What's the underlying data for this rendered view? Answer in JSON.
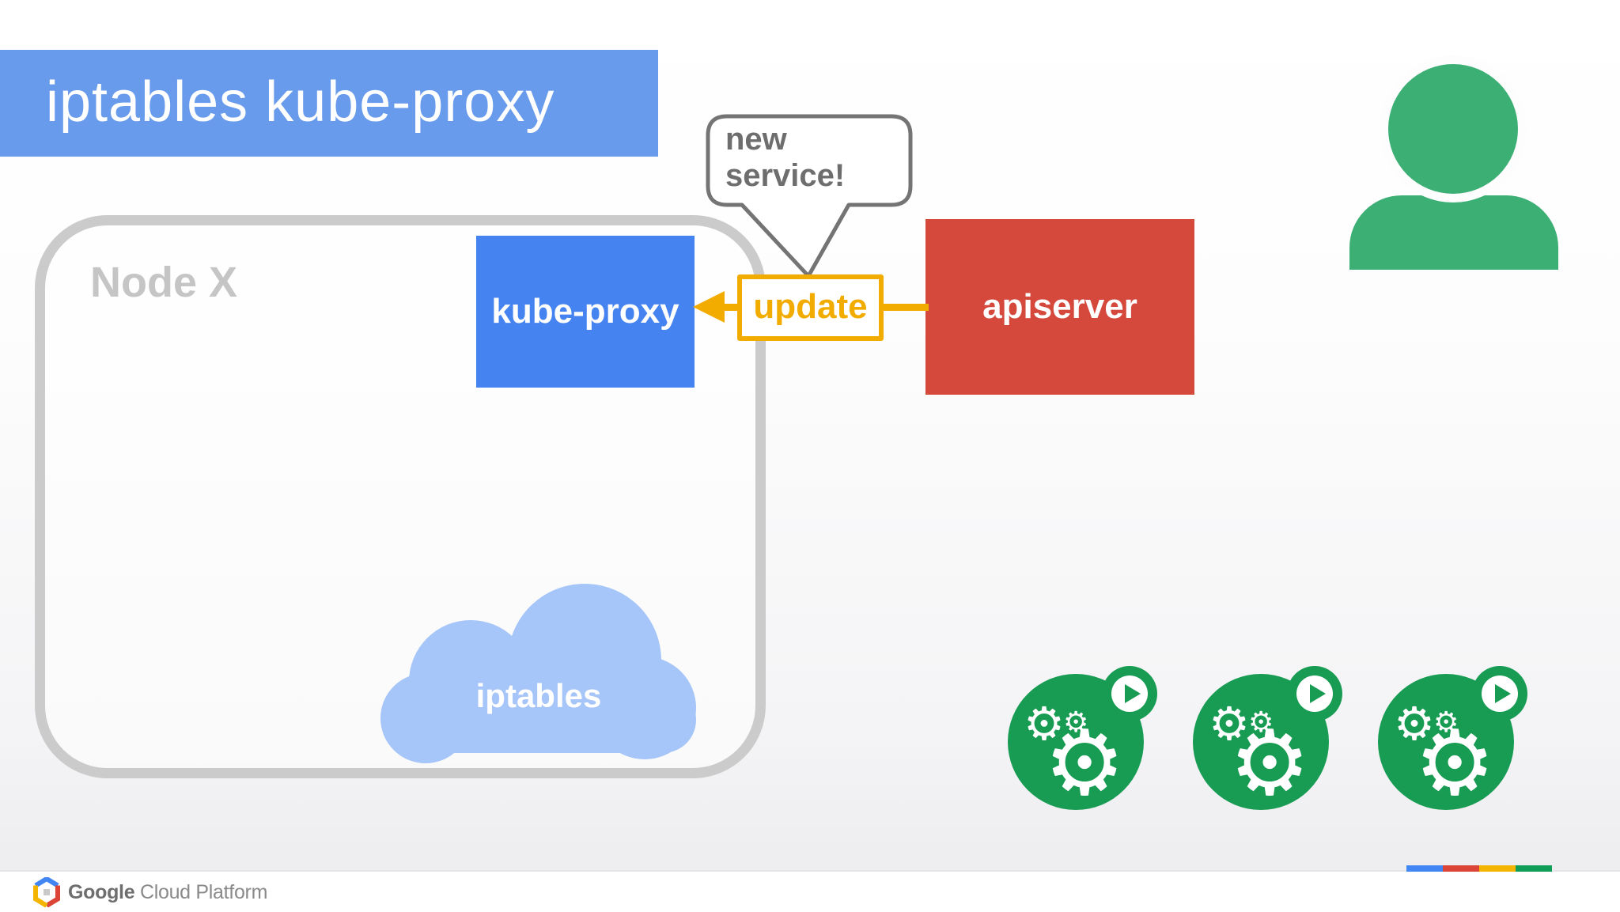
{
  "slide": {
    "title": "iptables kube-proxy",
    "node": {
      "label": "Node X"
    },
    "boxes": {
      "kube_proxy": "kube-proxy",
      "apiserver": "apiserver",
      "update": "update"
    },
    "bubble": {
      "text": "new service!"
    },
    "cloud": {
      "label": "iptables"
    },
    "icons": {
      "user_avatar": "user-avatar",
      "service_replica_count": 3,
      "gear_glyph": "⚙"
    }
  },
  "footer": {
    "logo_google": "Google",
    "logo_suffix": " Cloud Platform"
  },
  "colors": {
    "banner_blue": "#689BEC",
    "box_blue": "#4583F1",
    "box_red": "#D5493D",
    "amber": "#F2AC00",
    "node_gray": "#CBCBCB",
    "label_gray": "#C5C5C5",
    "bubble_gray": "#6E6E6E",
    "bubble_border": "#747474",
    "cloud_blue": "#A6C5F9",
    "avatar_green": "#3CAF74",
    "icon_green": "#189C53",
    "divider": "#E5E5E7",
    "bar_blue": "#4285F4",
    "bar_red": "#DB4437",
    "bar_yellow": "#F4B400",
    "bar_green": "#0F9D58",
    "logo_text": "#6E6E6E",
    "logo_text_light": "#8A8A8A"
  }
}
